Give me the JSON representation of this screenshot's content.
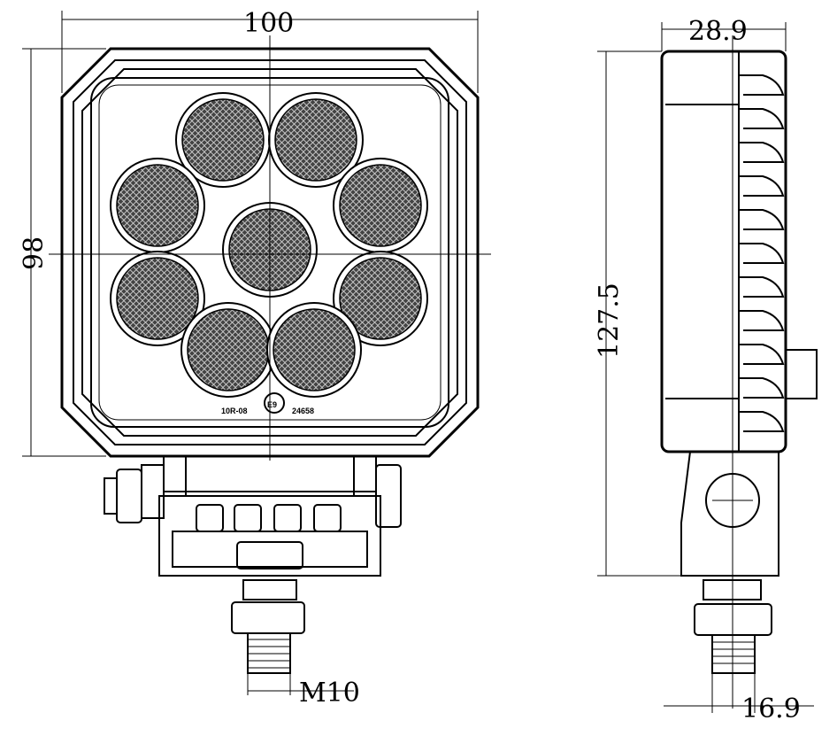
{
  "front_view": {
    "width_dim": "100",
    "height_dim": "98",
    "thread_dim": "M10",
    "marking": {
      "code": "10R-08",
      "emark": "E9",
      "approval": "24658"
    },
    "led_count": 9
  },
  "side_view": {
    "depth_dim": "28.9",
    "total_height_dim": "127.5",
    "bolt_dim": "16.9"
  }
}
